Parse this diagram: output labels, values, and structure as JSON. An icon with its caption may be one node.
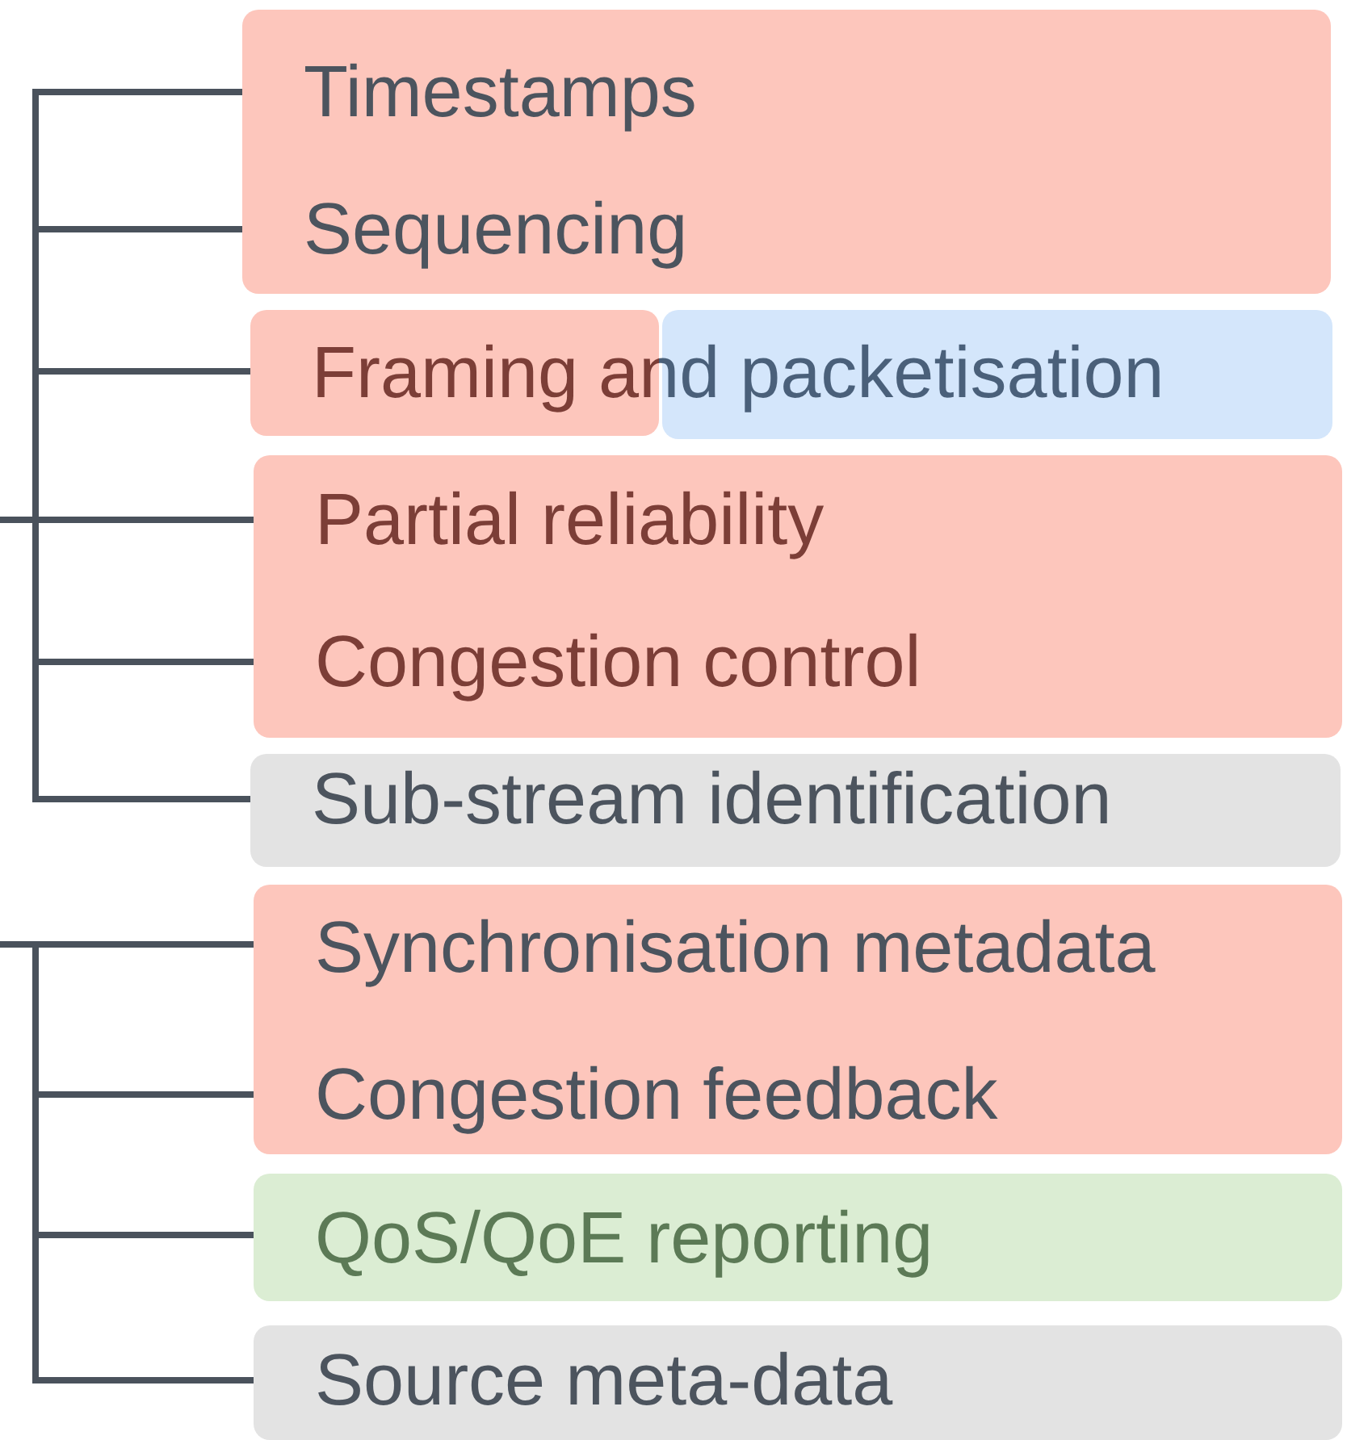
{
  "diagram": {
    "nodes": [
      {
        "text": [
          "Timestamps",
          "Sequencing"
        ]
      },
      {
        "text": [
          "Framing and packetisation"
        ]
      },
      {
        "text": [],
        "shape": "box"
      },
      {
        "text": [
          "Partial reliability",
          "Congestion control"
        ]
      },
      {
        "text": [
          "Sub-stream identification"
        ]
      },
      {
        "text": [
          "Synchronisation metadata",
          "Congestion feedback"
        ]
      },
      {
        "text": [
          "QoS/QoE reporting"
        ]
      },
      {
        "text": [
          "Source meta-data"
        ]
      }
    ],
    "edges": [
      {
        "from": null,
        "to": 0,
        "arrow": "none"
      },
      {
        "from": null,
        "to": 0,
        "arrow": "none"
      },
      {
        "from": null,
        "to": 1,
        "arrow": "none"
      },
      {
        "from": null,
        "to": 3,
        "arrow": "none"
      },
      {
        "from": null,
        "to": 3,
        "arrow": "none"
      },
      {
        "from": null,
        "to": 4,
        "arrow": "none"
      },
      {
        "from": null,
        "to": 5,
        "arrow": "none"
      },
      {
        "from": null,
        "to": 5,
        "arrow": "none"
      },
      {
        "from": null,
        "to": 6,
        "arrow": "none"
      },
      {
        "from": null,
        "to": 7,
        "arrow": "none"
      }
    ]
  }
}
